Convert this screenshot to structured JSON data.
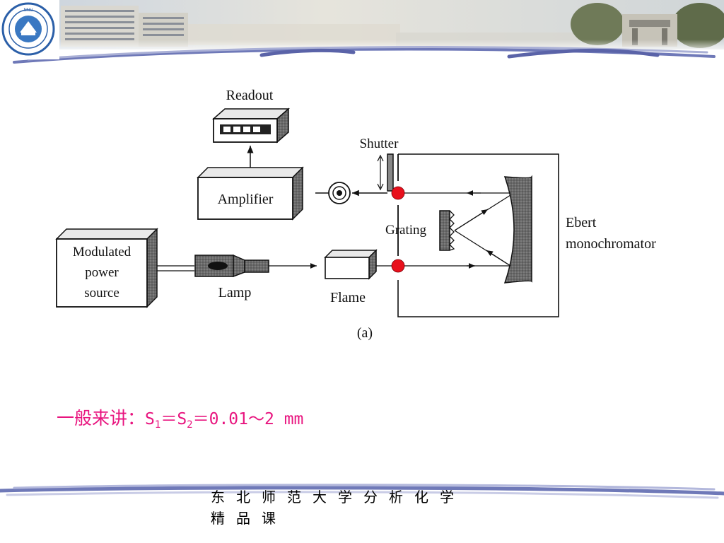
{
  "header": {
    "logo_icon": "northeast-normal-university-seal",
    "logo_ring_text": "NORTHEAST NORMAL UNIVERSITY"
  },
  "diagram": {
    "readout": "Readout",
    "shutter": "Shutter",
    "amplifier": "Amplifier",
    "grating": "Grating",
    "ebert_line1": "Ebert",
    "ebert_line2": "monochromator",
    "source_line1": "Modulated",
    "source_line2": "power",
    "source_line3": "source",
    "lamp": "Lamp",
    "flame": "Flame",
    "caption": "(a)",
    "slit_marker_color": "#e8101c"
  },
  "note": {
    "prefix": "一般来讲：",
    "s": "S",
    "sub1": "1",
    "eq": "＝",
    "sub2": "2",
    "value": "＝0.01～2 mm"
  },
  "footer": {
    "line1": "东北师范大学分析化学",
    "line2": "精品课"
  }
}
